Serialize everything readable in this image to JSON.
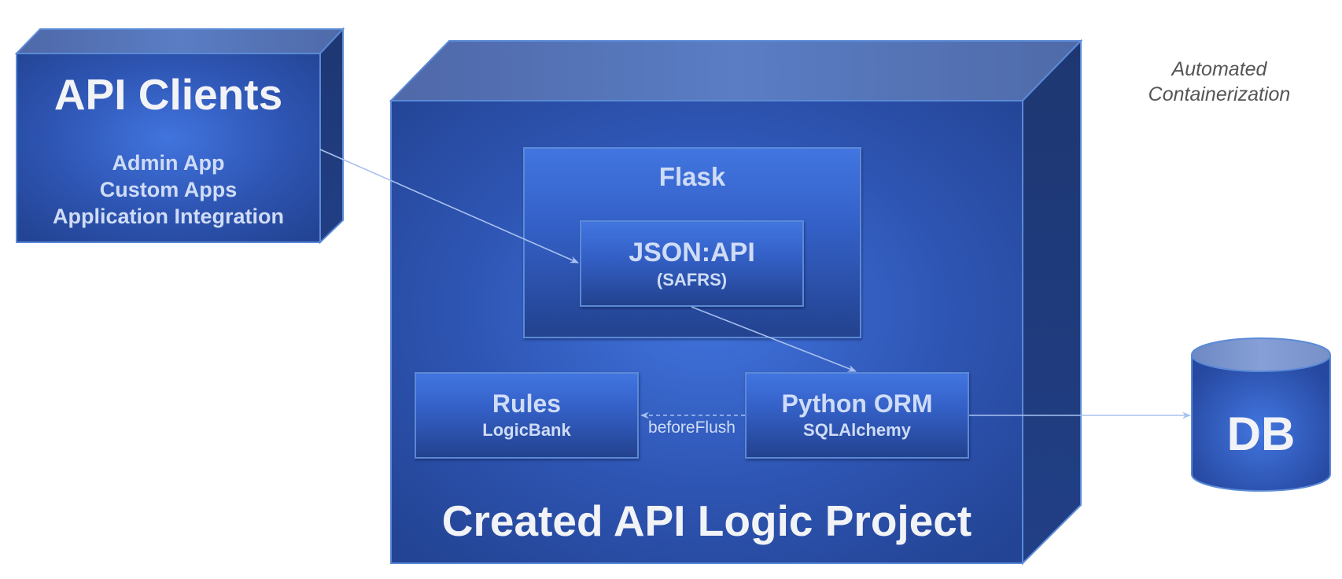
{
  "api_clients": {
    "title": "API Clients",
    "items": [
      "Admin App",
      "Custom Apps",
      "Application Integration"
    ]
  },
  "project": {
    "title": "Created API Logic Project"
  },
  "flask": {
    "title": "Flask"
  },
  "json_api": {
    "title": "JSON:API",
    "subtitle": "(SAFRS)"
  },
  "rules": {
    "title": "Rules",
    "subtitle": "LogicBank"
  },
  "orm": {
    "title": "Python ORM",
    "subtitle": "SQLAlchemy"
  },
  "db": {
    "title": "DB"
  },
  "edges": {
    "before_flush": "beforeFlush"
  },
  "note": {
    "line1": "Automated",
    "line2": "Containerization"
  },
  "colors": {
    "box_front": "#2f58b8",
    "box_top": "#5476bd",
    "box_side": "#1f3a7a",
    "border": "#5b8ad6",
    "arrow": "#a9c1f0",
    "text_light": "#cfdcf6"
  }
}
